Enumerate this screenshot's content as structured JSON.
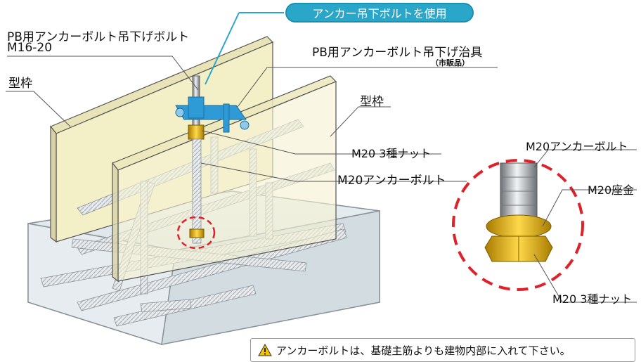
{
  "callout": {
    "text": "アンカー吊下ボルトを使用"
  },
  "labels": {
    "pb_bolt_line1": "PB用アンカーボルト吊下げボルト",
    "pb_bolt_line2": "M16-20",
    "pb_jig": "PB用アンカーボルト吊下げ治具",
    "pb_jig_note": "（市販品）",
    "formwork_left": "型枠",
    "formwork_right": "型枠",
    "nut_main": "M20 3種ナット",
    "anchor_main": "M20アンカーボルト",
    "detail_anchor": "M20アンカーボルト",
    "detail_washer": "M20座金",
    "detail_nut": "M20 3種ナット"
  },
  "notice": {
    "text": "アンカーボルトは、基礎主筋よりも建物内部に入れて下さい。",
    "icon": "warning-icon"
  },
  "colors": {
    "accent": "#2aa6c8",
    "highlight_circle": "#e0202a",
    "nut": "#e8b400",
    "panel": "#f3efc6"
  }
}
